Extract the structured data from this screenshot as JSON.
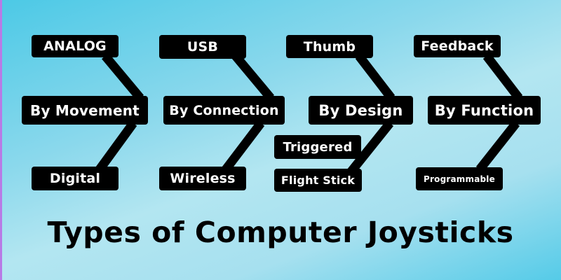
{
  "title": "Types of Computer Joysticks",
  "colors": {
    "background_top_left": "#4cc9e6",
    "background_center": "#b3e6f1",
    "background_bottom_right": "#55cbe8",
    "left_stripe": "#b87ae6",
    "box_fill": "#000000",
    "box_text": "#ffffff",
    "connector": "#000000",
    "title_text": "#000000"
  },
  "categories": [
    {
      "label": "By Movement",
      "types": [
        "ANALOG",
        "Digital"
      ]
    },
    {
      "label": "By Connection",
      "types": [
        "USB",
        "Wireless"
      ]
    },
    {
      "label": "By Design",
      "types": [
        "Thumb",
        "Triggered",
        "Flight Stick"
      ]
    },
    {
      "label": "By Function",
      "types": [
        "Feedback",
        "Programmable"
      ]
    }
  ]
}
